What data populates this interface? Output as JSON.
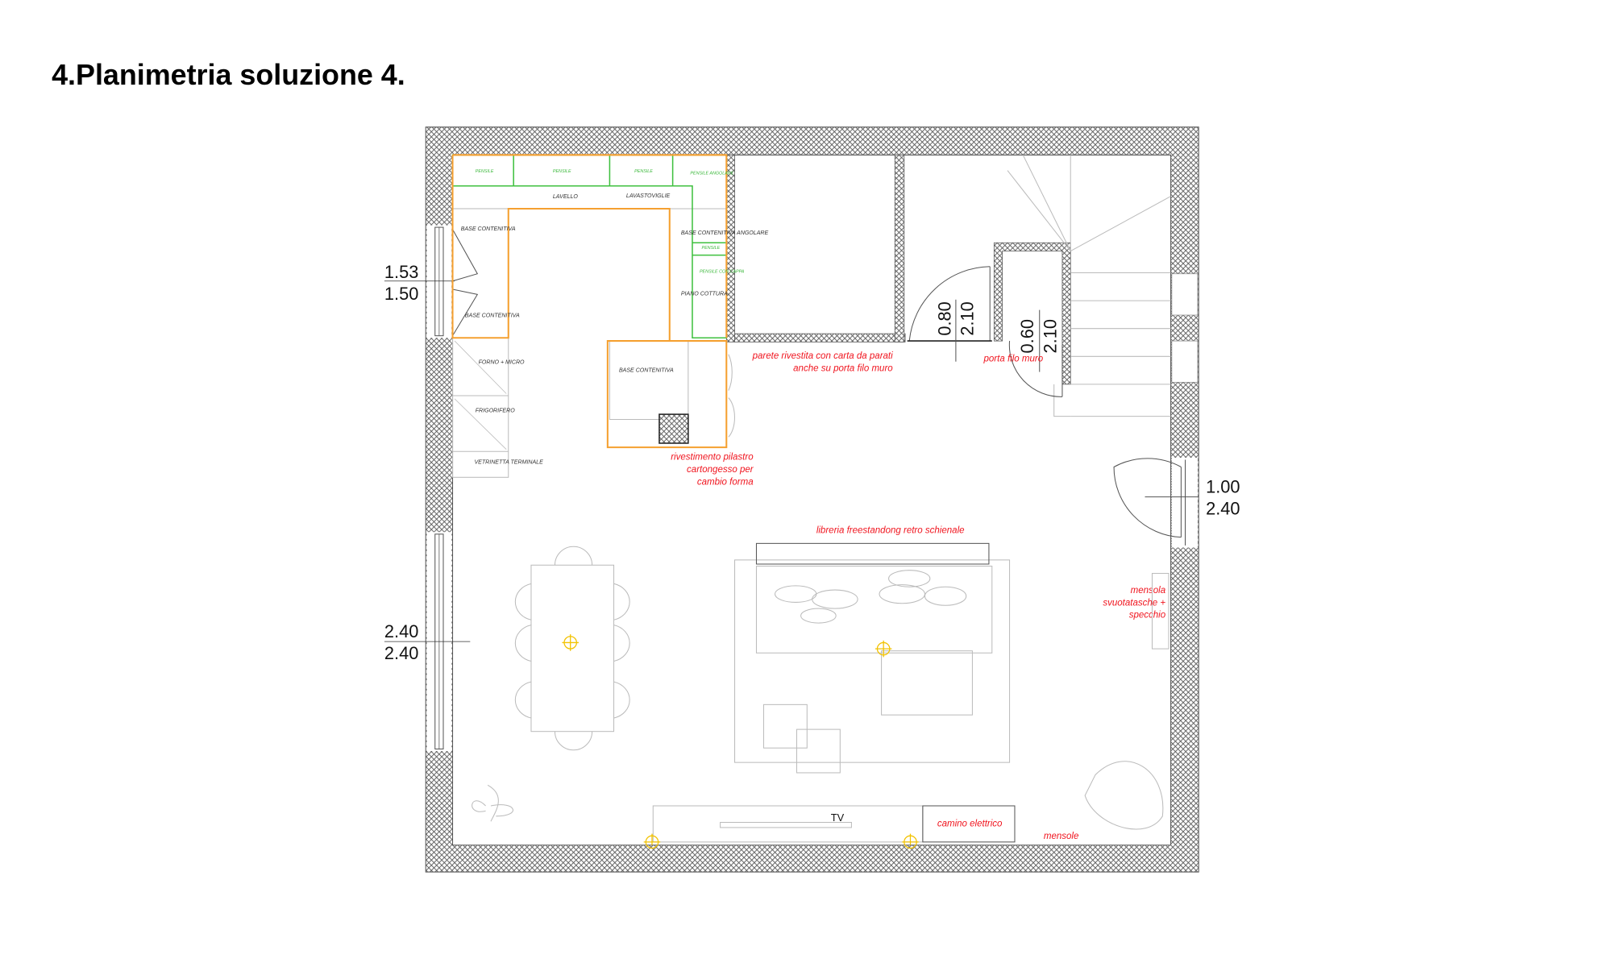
{
  "title": "4.Planimetria soluzione 4.",
  "colors": {
    "wall_hatch": "#555555",
    "kitchen_outline": "#f5a030",
    "wall_units": "#3fc03f",
    "notes": "#f0141e",
    "lights": "#f2c200"
  },
  "dimensions": {
    "window_top_left": [
      "1.53",
      "1.50"
    ],
    "window_bottom_left": [
      "2.40",
      "2.40"
    ],
    "door_right": [
      "1.00",
      "2.40"
    ],
    "door_bath": [
      "0.80",
      "2.10"
    ],
    "door_small": [
      "0.60",
      "2.10"
    ]
  },
  "kitchen": {
    "pensili": [
      "PENSILE",
      "PENSILE",
      "PENSILE",
      "PENSILE ANGOLARE"
    ],
    "lavello": "LAVELLO",
    "lavastoviglie": "LAVASTOVIGLIE",
    "base_contenitiva_1": "BASE CONTENITIVA",
    "base_contenitiva_2": "BASE CONTENITIVA",
    "base_contenitiva_angolare": "BASE CONTENITIVA ANGOLARE",
    "pensile_right": "PENSILE",
    "pensile_cappa": "PENSILE CON CAPPA",
    "piano_cottura": "PIANO COTTURA",
    "forno": "FORNO + MICRO",
    "frigorifero": "FRIGORIFERO",
    "vetrinetta": "VETRINETTA TERMINALE",
    "base_island": "BASE CONTENITIVA"
  },
  "notes": {
    "parete": [
      "parete rivestita con carta da parati",
      "anche su porta filo muro"
    ],
    "porta_filo_muro": "porta filo muro",
    "pilastro": [
      "rivestimento pilastro",
      "cartongesso per",
      "cambio forma"
    ],
    "libreria": "libreria freestandong retro schienale",
    "mensola": [
      "mensola",
      "svuotatasche +",
      "specchio"
    ],
    "camino": "camino elettrico",
    "mensole": "mensole",
    "tv": "TV"
  }
}
